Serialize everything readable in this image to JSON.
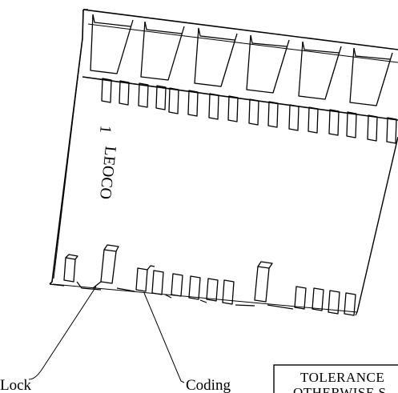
{
  "part_marking": {
    "pin_number": "1",
    "brand": "LEOCO"
  },
  "callouts": {
    "lock": "Lock",
    "coding": "Coding"
  },
  "tolerance_box": {
    "line1": "TOLERANCE",
    "line2": "OTHERWISE S"
  }
}
